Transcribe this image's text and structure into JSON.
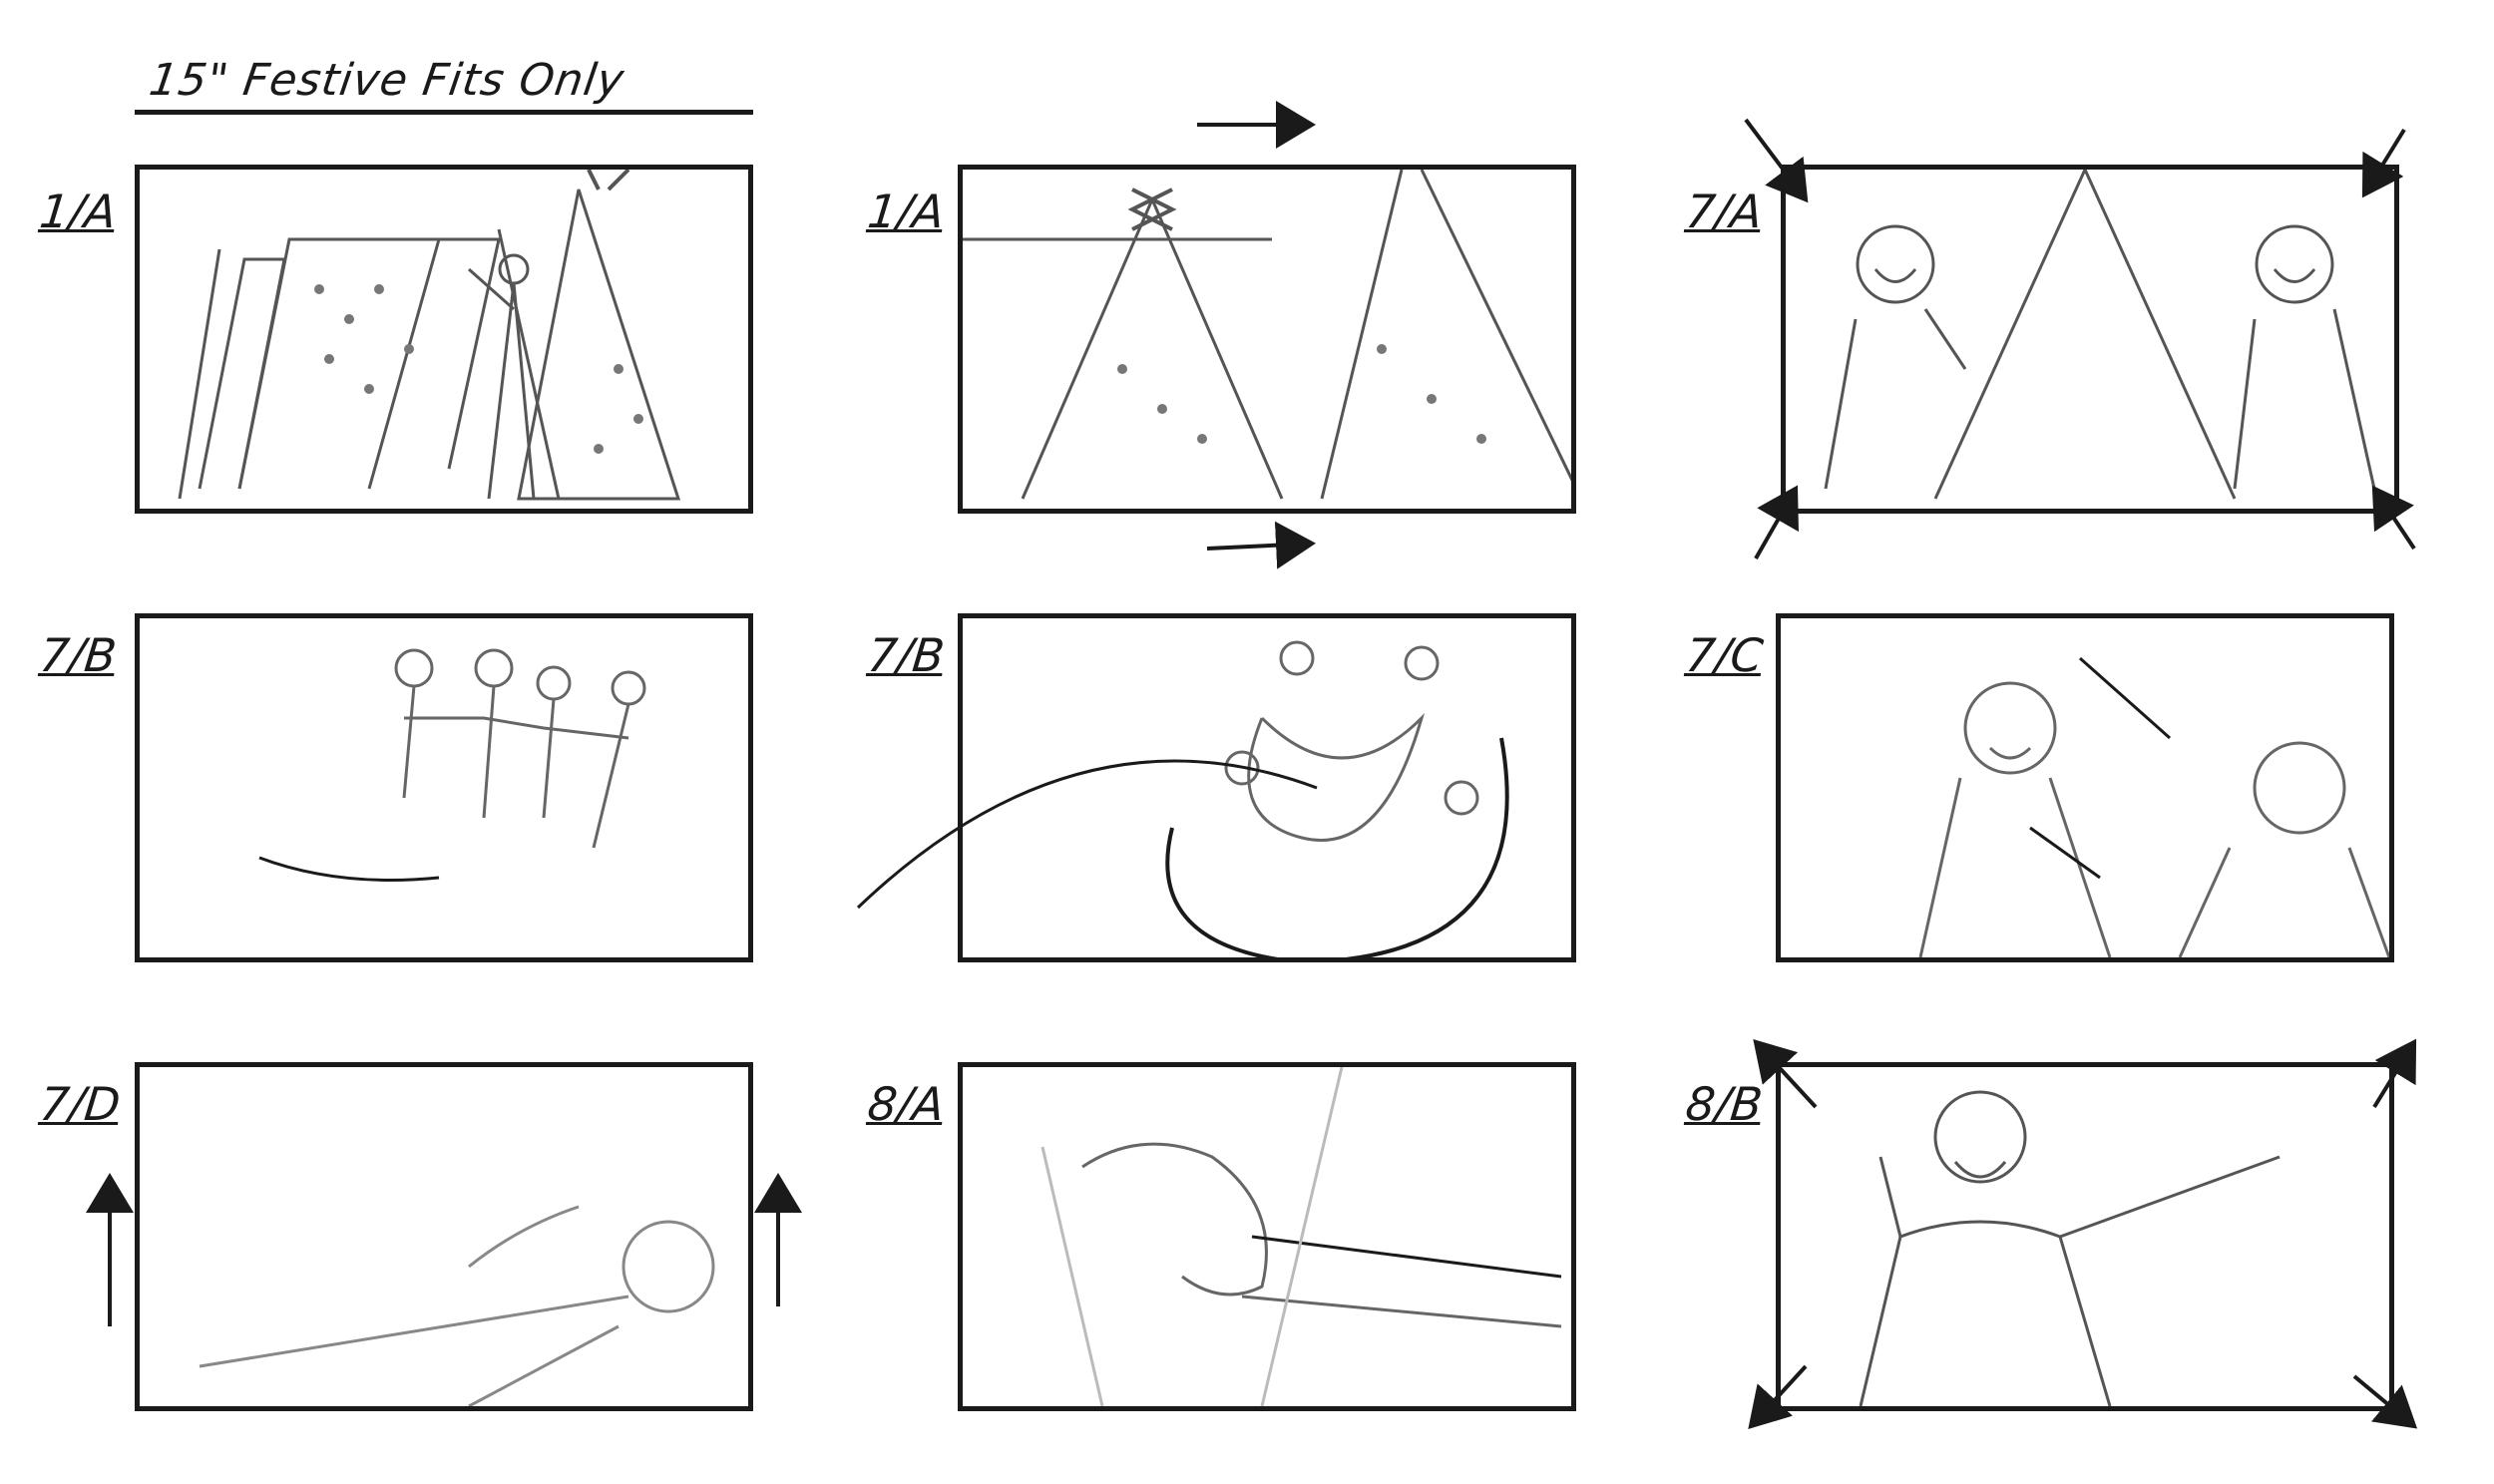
{
  "title": "15\" Festive Fits Only",
  "panels": [
    {
      "label": "1/A"
    },
    {
      "label": "1/A"
    },
    {
      "label": "7/A"
    },
    {
      "label": "7/B"
    },
    {
      "label": "7/B"
    },
    {
      "label": "7/C"
    },
    {
      "label": "7/D"
    },
    {
      "label": "8/A"
    },
    {
      "label": "8/B"
    }
  ],
  "colors": {
    "ink": "#1a1a1a",
    "sketch": "#777777",
    "light": "#bbbbbb"
  }
}
